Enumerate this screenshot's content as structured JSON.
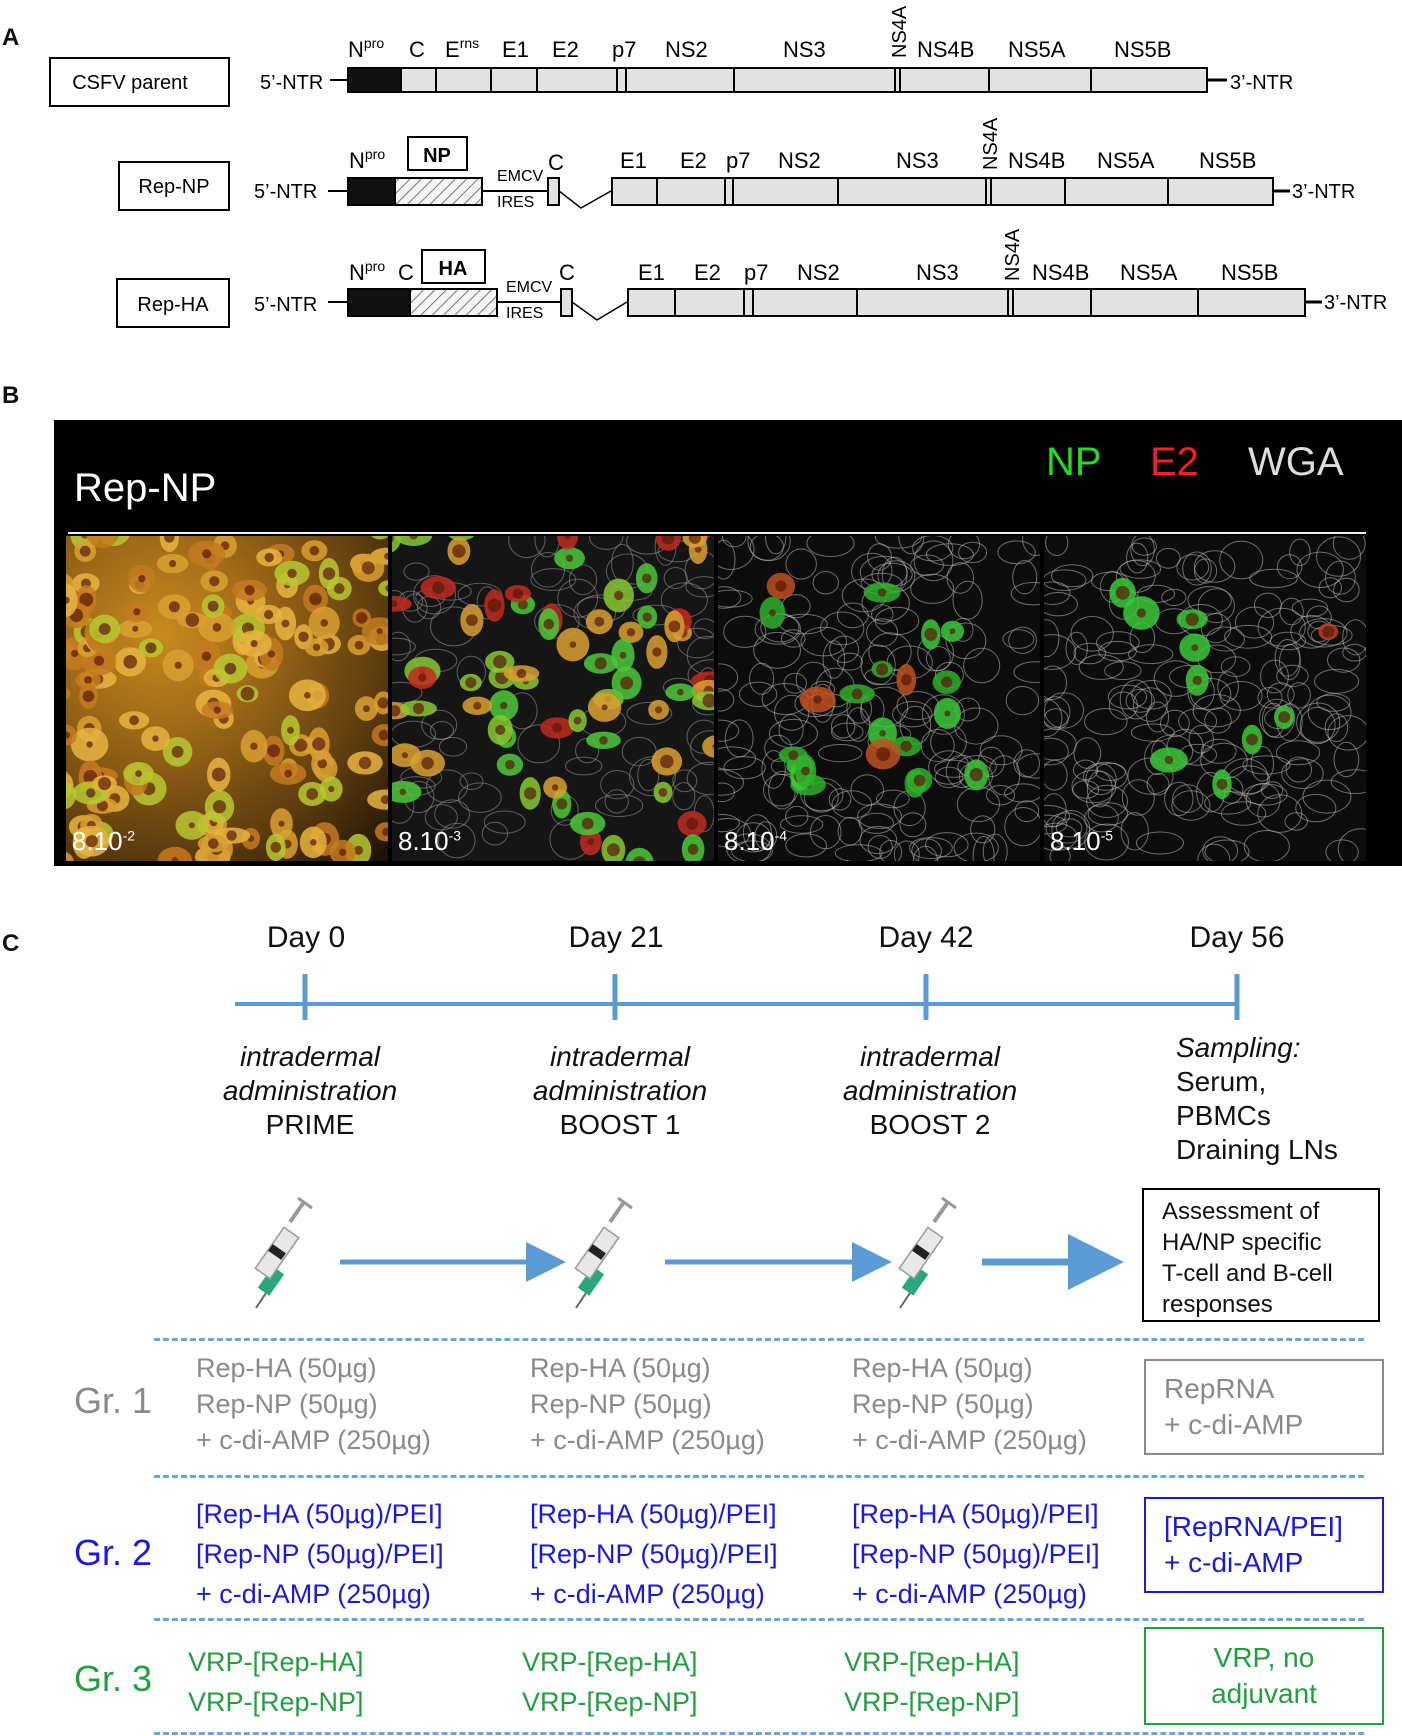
{
  "panels": {
    "a": "A",
    "b": "B",
    "c": "C"
  },
  "panel_a": {
    "rows": [
      {
        "box": "CSFV parent",
        "ntr5": "5’-NTR",
        "ntr3": "3’-NTR",
        "segments": [
          "C",
          "E",
          "E1",
          "E2",
          "p7",
          "NS2",
          "NS3",
          "NS4A",
          "NS4B",
          "NS5A",
          "NS5B"
        ]
      },
      {
        "box": "Rep-NP",
        "ntr5": "5’-NTR",
        "ntr3": "3’-NTR",
        "insert": "NP",
        "emcv": "EMCV",
        "ires": "IRES",
        "c": "C",
        "segments": [
          "E1",
          "E2",
          "p7",
          "NS2",
          "NS3",
          "NS4A",
          "NS4B",
          "NS5A",
          "NS5B"
        ]
      },
      {
        "box": "Rep-HA",
        "ntr5": "5’-NTR",
        "ntr3": "3’-NTR",
        "insert": "HA",
        "emcv": "EMCV",
        "ires": "IRES",
        "c": "C",
        "c_before": "C",
        "segments": [
          "E1",
          "E2",
          "p7",
          "NS2",
          "NS3",
          "NS4A",
          "NS4B",
          "NS5A",
          "NS5B"
        ]
      }
    ],
    "npro": "N",
    "npro_sup": "pro",
    "erns_sup": "rns"
  },
  "panel_b": {
    "title": "Rep-NP",
    "legend": [
      {
        "text": "NP",
        "color": "#22dd22"
      },
      {
        "text": "E2",
        "color": "#ee2222"
      },
      {
        "text": "WGA",
        "color": "#dddddd"
      }
    ],
    "tiles": [
      {
        "base": "8.10",
        "exp": "-2"
      },
      {
        "base": "8.10",
        "exp": "-3"
      },
      {
        "base": "8.10",
        "exp": "-4"
      },
      {
        "base": "8.10",
        "exp": "-5"
      }
    ]
  },
  "panel_c": {
    "days": [
      "Day 0",
      "Day 21",
      "Day 42",
      "Day 56"
    ],
    "admin": [
      {
        "l1": "intradermal",
        "l2": "administration",
        "l3": "PRIME"
      },
      {
        "l1": "intradermal",
        "l2": "administration",
        "l3": "BOOST 1"
      },
      {
        "l1": "intradermal",
        "l2": "administration",
        "l3": "BOOST 2"
      }
    ],
    "sampling": {
      "title": "Sampling:",
      "l1": "Serum,",
      "l2": "PBMCs",
      "l3": "Draining LNs"
    },
    "assessment": {
      "l1": "Assessment of",
      "l2": "HA/NP specific",
      "l3": "T-cell and B-cell",
      "l4": "responses"
    },
    "groups": [
      {
        "label": "Gr. 1",
        "color": "#8a8a8a",
        "lines": [
          "Rep-HA (50µg)",
          "Rep-NP (50µg)",
          "+ c-di-AMP  (250µg)"
        ],
        "summary": [
          "RepRNA",
          "+ c-di-AMP"
        ]
      },
      {
        "label": "Gr. 2",
        "color": "#1a1adc",
        "lines": [
          "[Rep-HA (50µg)/PEI]",
          "[Rep-NP (50µg)/PEI]",
          "+ c-di-AMP  (250µg)"
        ],
        "summary": [
          "[RepRNA/PEI]",
          "+ c-di-AMP"
        ]
      },
      {
        "label": "Gr. 3",
        "color": "#22a040",
        "lines": [
          "VRP-[Rep-HA]",
          "VRP-[Rep-NP]"
        ],
        "summary": [
          "VRP, no",
          "adjuvant"
        ]
      }
    ],
    "colors": {
      "timeline": "#5b9bd5"
    }
  }
}
